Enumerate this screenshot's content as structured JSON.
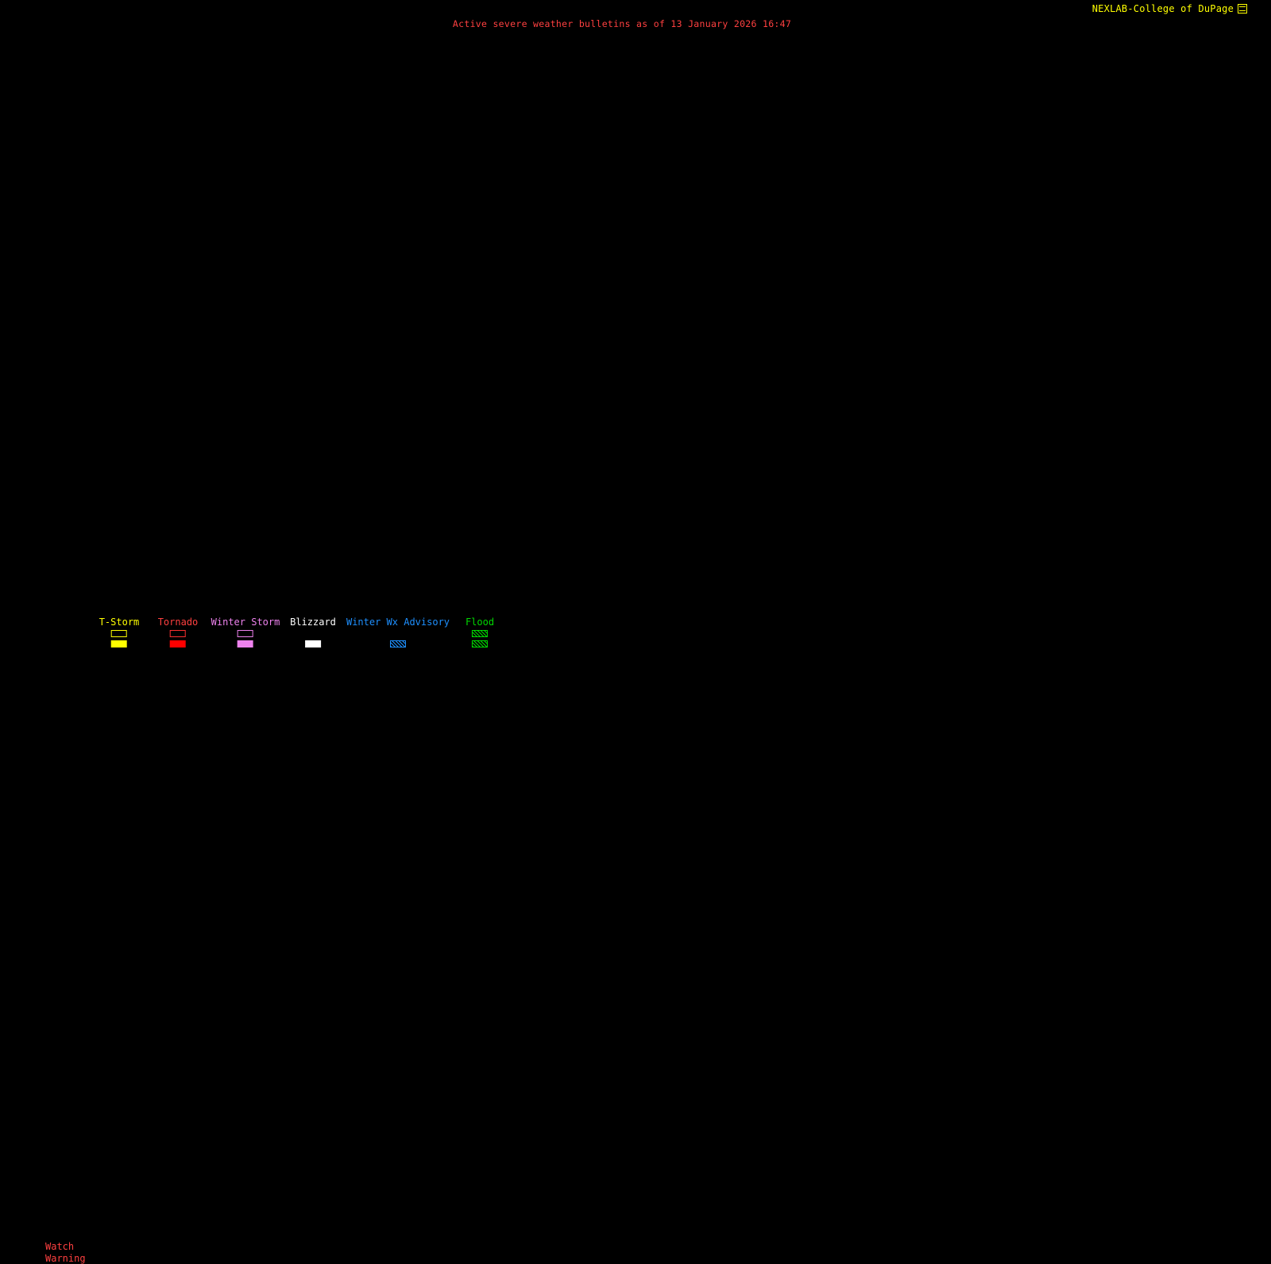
{
  "page": {
    "background": "#000000"
  },
  "header": {
    "brand": "NEXLAB-College of DuPage",
    "brand_color": "#FFFF00",
    "logo_icon": "cod-logo",
    "title": "Active severe weather bulletins as of 13 January 2026 16:47",
    "title_color": "#FF4040"
  },
  "legend": {
    "rows": [
      {
        "label": "Watch",
        "color": "#FF4040"
      },
      {
        "label": "Warning",
        "color": "#FF4040"
      }
    ],
    "columns": [
      {
        "label": "T-Storm",
        "label_color": "#FFFF00",
        "watch": {
          "style": "outline",
          "color": "#FFFF00"
        },
        "warning": {
          "style": "fill",
          "color": "#FFFF00"
        }
      },
      {
        "label": "Tornado",
        "label_color": "#FF4040",
        "watch": {
          "style": "outline",
          "color": "#FF3030"
        },
        "warning": {
          "style": "fill",
          "color": "#FF0000"
        }
      },
      {
        "label": "Winter Storm",
        "label_color": "#EE82EE",
        "watch": {
          "style": "outline",
          "color": "#EE82EE"
        },
        "warning": {
          "style": "fill",
          "color": "#EE82EE"
        }
      },
      {
        "label": "Blizzard",
        "label_color": "#FFFFFF",
        "watch": {
          "style": "none",
          "color": ""
        },
        "warning": {
          "style": "fill",
          "color": "#FFFFFF"
        }
      },
      {
        "label": "Winter Wx Advisory",
        "label_color": "#1E90FF",
        "watch": {
          "style": "none",
          "color": ""
        },
        "warning": {
          "style": "hatch",
          "color": "#1E90FF"
        }
      },
      {
        "label": "Flood",
        "label_color": "#00D800",
        "watch": {
          "style": "hatch",
          "color": "#00D800"
        },
        "warning": {
          "style": "hatch",
          "color": "#00D800"
        }
      }
    ]
  }
}
